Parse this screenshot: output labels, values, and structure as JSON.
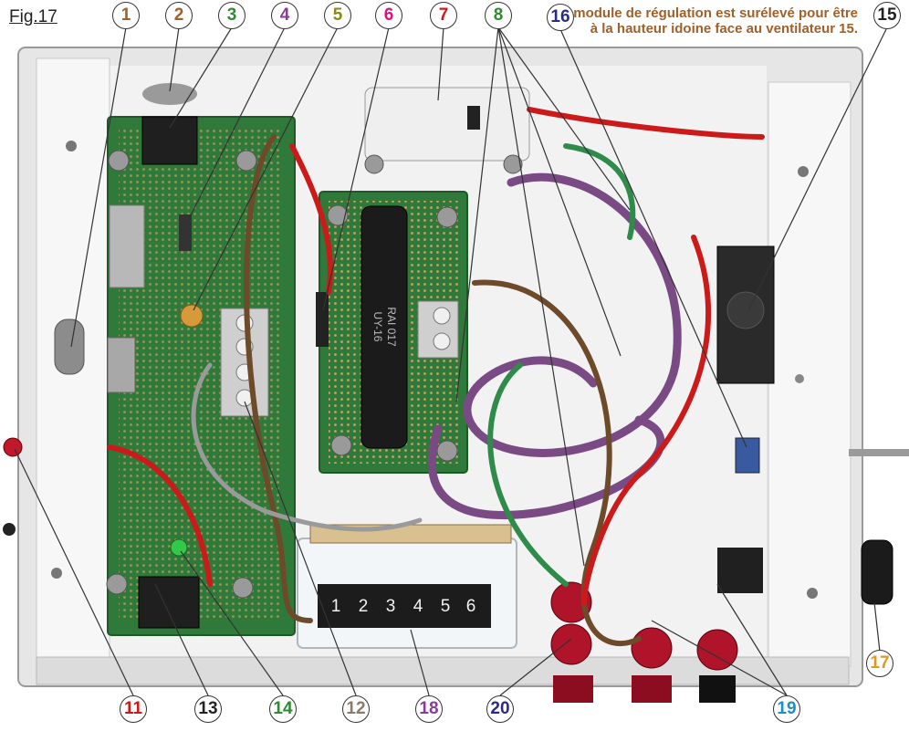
{
  "figure": {
    "title": "Fig.17",
    "caption_text": "Le module de régulation est surélevé pour être à la hauteur idoine face au ventilateur",
    "caption_ref": "15."
  },
  "meter": {
    "scale": [
      "1",
      "2",
      "3",
      "4",
      "5",
      "6"
    ]
  },
  "resistor": {
    "marking_1": "RAI 017",
    "marking_2": "UY-16"
  },
  "callouts": [
    {
      "id": "c1",
      "label": "1",
      "color": "#a0602a"
    },
    {
      "id": "c2",
      "label": "2",
      "color": "#a0602a"
    },
    {
      "id": "c3",
      "label": "3",
      "color": "#2e8b2e"
    },
    {
      "id": "c4",
      "label": "4",
      "color": "#8a3a9a"
    },
    {
      "id": "c5",
      "label": "5",
      "color": "#8a8a1a"
    },
    {
      "id": "c6",
      "label": "6",
      "color": "#e0107a"
    },
    {
      "id": "c7",
      "label": "7",
      "color": "#cc1a1a"
    },
    {
      "id": "c8",
      "label": "8",
      "color": "#2e8b2e"
    },
    {
      "id": "c16",
      "label": "16",
      "color": "#2a2a8a"
    },
    {
      "id": "c15",
      "label": "15",
      "color": "#222222"
    },
    {
      "id": "c11",
      "label": "11",
      "color": "#cc1a1a"
    },
    {
      "id": "c13",
      "label": "13",
      "color": "#222222"
    },
    {
      "id": "c14",
      "label": "14",
      "color": "#2e8b2e"
    },
    {
      "id": "c12",
      "label": "12",
      "color": "#8a7a6a"
    },
    {
      "id": "c18",
      "label": "18",
      "color": "#8a3a9a"
    },
    {
      "id": "c20",
      "label": "20",
      "color": "#2a2a8a"
    },
    {
      "id": "c19",
      "label": "19",
      "color": "#1a90c0"
    },
    {
      "id": "c17",
      "label": "17",
      "color": "#e09a20"
    }
  ]
}
